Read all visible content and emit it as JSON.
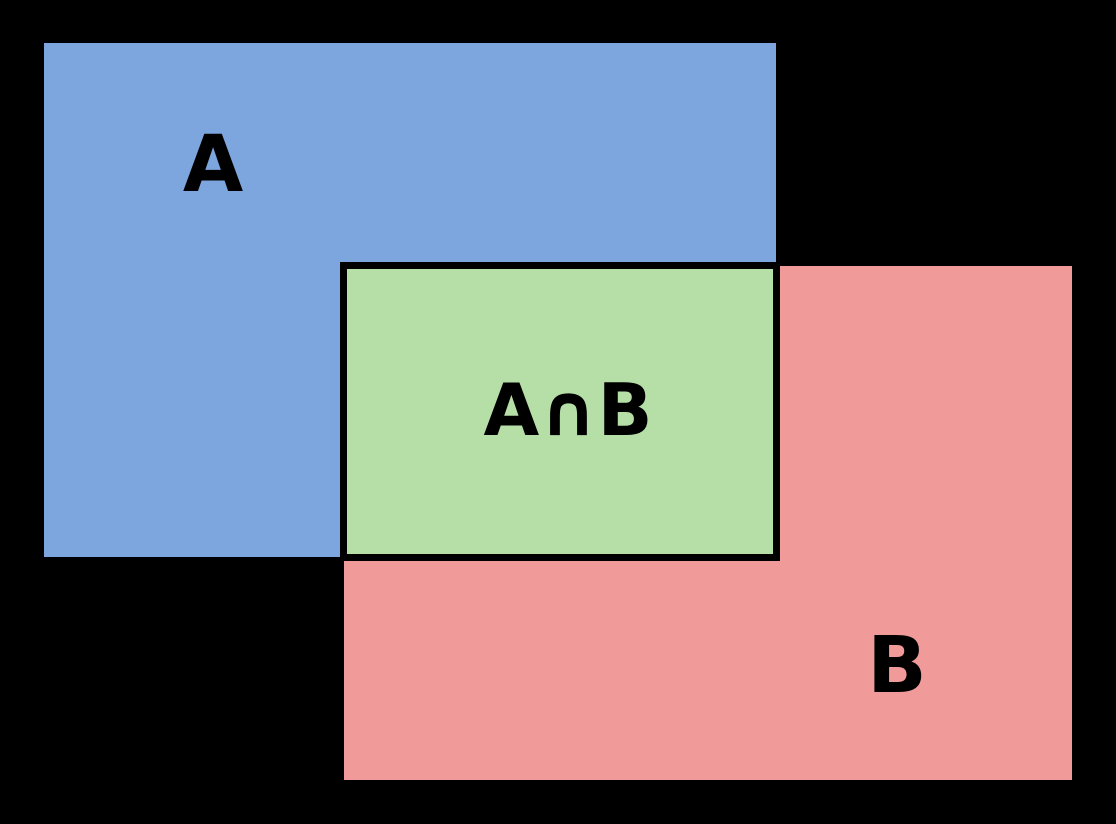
{
  "diagram": {
    "type": "set-intersection-rectangles",
    "background_color": "#000000",
    "label_color": "#000000",
    "set_a": {
      "label": "A",
      "fill_color": "#7DA5DE"
    },
    "set_b": {
      "label": "B",
      "fill_color": "#F09A9A"
    },
    "intersection": {
      "label": "A∩B",
      "fill_color": "#B6DFA8",
      "border_color": "#000000"
    }
  }
}
